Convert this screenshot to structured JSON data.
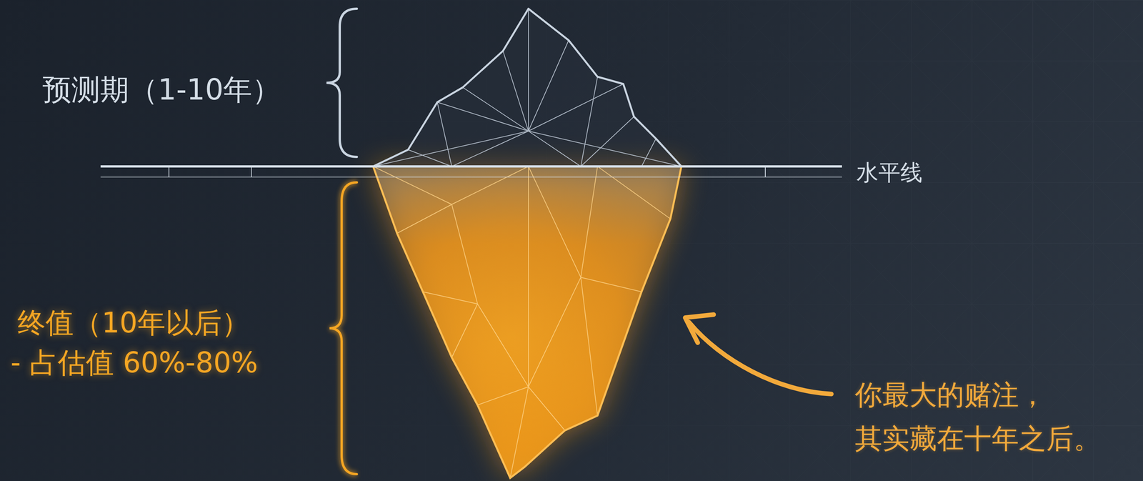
{
  "diagram": {
    "labels": [
      "预测期（1-10年）",
      "水平线",
      "终值（10年以后）",
      "- 占估值 60%-80%",
      "你最大的赌注， 其实藏在十年之后。"
    ]
  }
}
